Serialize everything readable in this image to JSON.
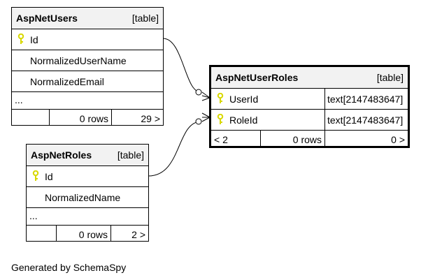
{
  "diagram": {
    "footer": "Generated by SchemaSpy",
    "colors": {
      "header_bg": "#f2f2f2",
      "key": "#d8d800",
      "line": "#000000"
    },
    "tables": {
      "aspnetusers": {
        "name": "AspNetUsers",
        "kind": "[table]",
        "columns": [
          "Id",
          "NormalizedUserName",
          "NormalizedEmail"
        ],
        "ellipsis": "...",
        "rows_label": "0 rows",
        "children_label": "29 >"
      },
      "aspnetroles": {
        "name": "AspNetRoles",
        "kind": "[table]",
        "columns": [
          "Id",
          "NormalizedName"
        ],
        "ellipsis": "...",
        "rows_label": "0 rows",
        "children_label": "2 >"
      },
      "aspnetuserroles": {
        "name": "AspNetUserRoles",
        "kind": "[table]",
        "columns": [
          {
            "name": "UserId",
            "type": "text[2147483647]"
          },
          {
            "name": "RoleId",
            "type": "text[2147483647]"
          }
        ],
        "parents_label": "< 2",
        "rows_label": "0 rows",
        "children_label": "0 >"
      }
    }
  }
}
